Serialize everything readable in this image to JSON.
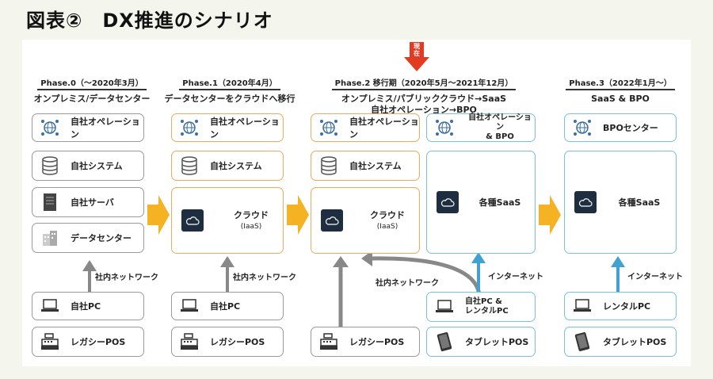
{
  "title": "図表②　DX推進のシナリオ",
  "current_marker": "現在",
  "phases": [
    {
      "label": "Phase.0（～2020年3月）",
      "subtitle": "オンプレミス/データセンター"
    },
    {
      "label": "Phase.1（2020年4月）",
      "subtitle": "データセンターをクラウドへ移行"
    },
    {
      "label": "Phase.2 移行期（2020年5月～2021年12月）",
      "subtitle": "オンプレミス/パブリッククラウド→SaaS",
      "subtitle2": "自社オペレーション→BPO"
    },
    {
      "label": "Phase.3（2022年1月～）",
      "subtitle": "SaaS & BPO"
    }
  ],
  "boxes": {
    "p0_ops": "自社オペレーション",
    "p0_sys": "自社システム",
    "p0_server": "自社サーバ",
    "p0_dc": "データセンター",
    "p0_pc": "自社PC",
    "p0_pos": "レガシーPOS",
    "p1_ops": "自社オペレーション",
    "p1_sys": "自社システム",
    "p1_cloud": "クラウド",
    "p1_cloud_sub": "(IaaS)",
    "p1_pc": "自社PC",
    "p1_pos": "レガシーPOS",
    "p2_ops": "自社オペレーション",
    "p2_ops_bpo_1": "自社オペレーション",
    "p2_ops_bpo_2": "& BPO",
    "p2_sys": "自社システム",
    "p2_cloud": "クラウド",
    "p2_cloud_sub": "(IaaS)",
    "p2_saas": "各種SaaS",
    "p2_pos": "レガシーPOS",
    "p2_pc_1": "自社PC &",
    "p2_pc_2": "レンタルPC",
    "p2_tablet": "タブレットPOS",
    "p3_bpo": "BPOセンター",
    "p3_saas": "各種SaaS",
    "p3_pc": "レンタルPC",
    "p3_tablet": "タブレットPOS"
  },
  "network_labels": {
    "p0": "社内ネットワーク",
    "p1": "社内ネットワーク",
    "p2_internal": "社内ネットワーク",
    "p2_internet": "インターネット",
    "p3_internet": "インターネット"
  },
  "colors": {
    "orange_border": "#f0a85a",
    "blue_border": "#78c0e0",
    "gray_border": "#999999",
    "phase_arrow": "#f5b323",
    "current_arrow": "#e23b22",
    "internet_arrow": "#3fa2d0",
    "intranet_arrow": "#888888",
    "dark_icon": "#1e2d3f"
  }
}
